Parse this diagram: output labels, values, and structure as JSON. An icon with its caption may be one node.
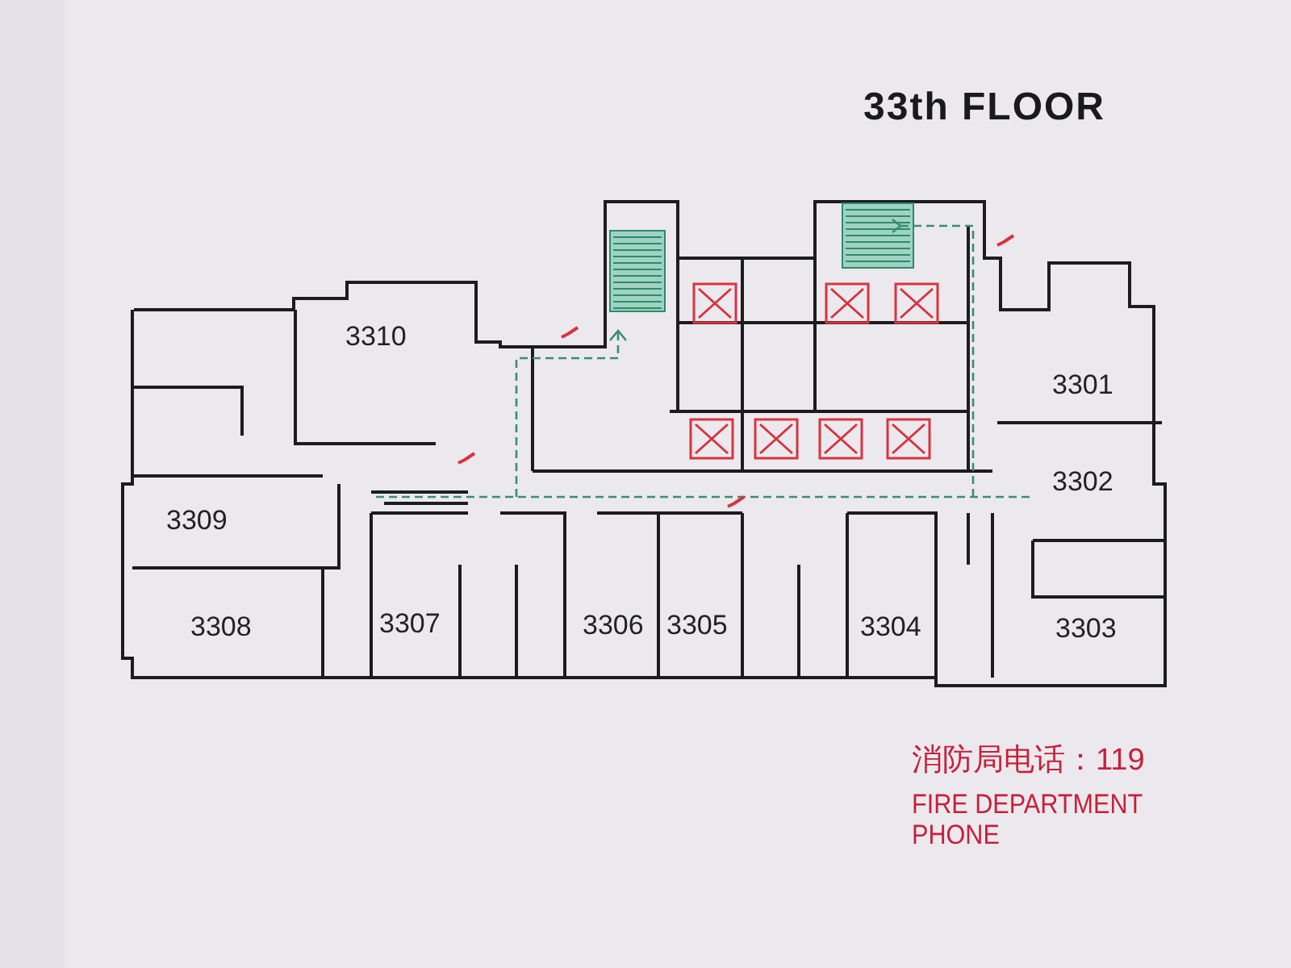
{
  "diagram": {
    "title": "33th FLOOR",
    "labels": [
      "3310",
      "3301",
      "3302",
      "3309",
      "3308",
      "3307",
      "3306",
      "3305",
      "3304",
      "3303",
      "消防局电话：119",
      "FIRE DEPARTMENT PHONE"
    ]
  }
}
